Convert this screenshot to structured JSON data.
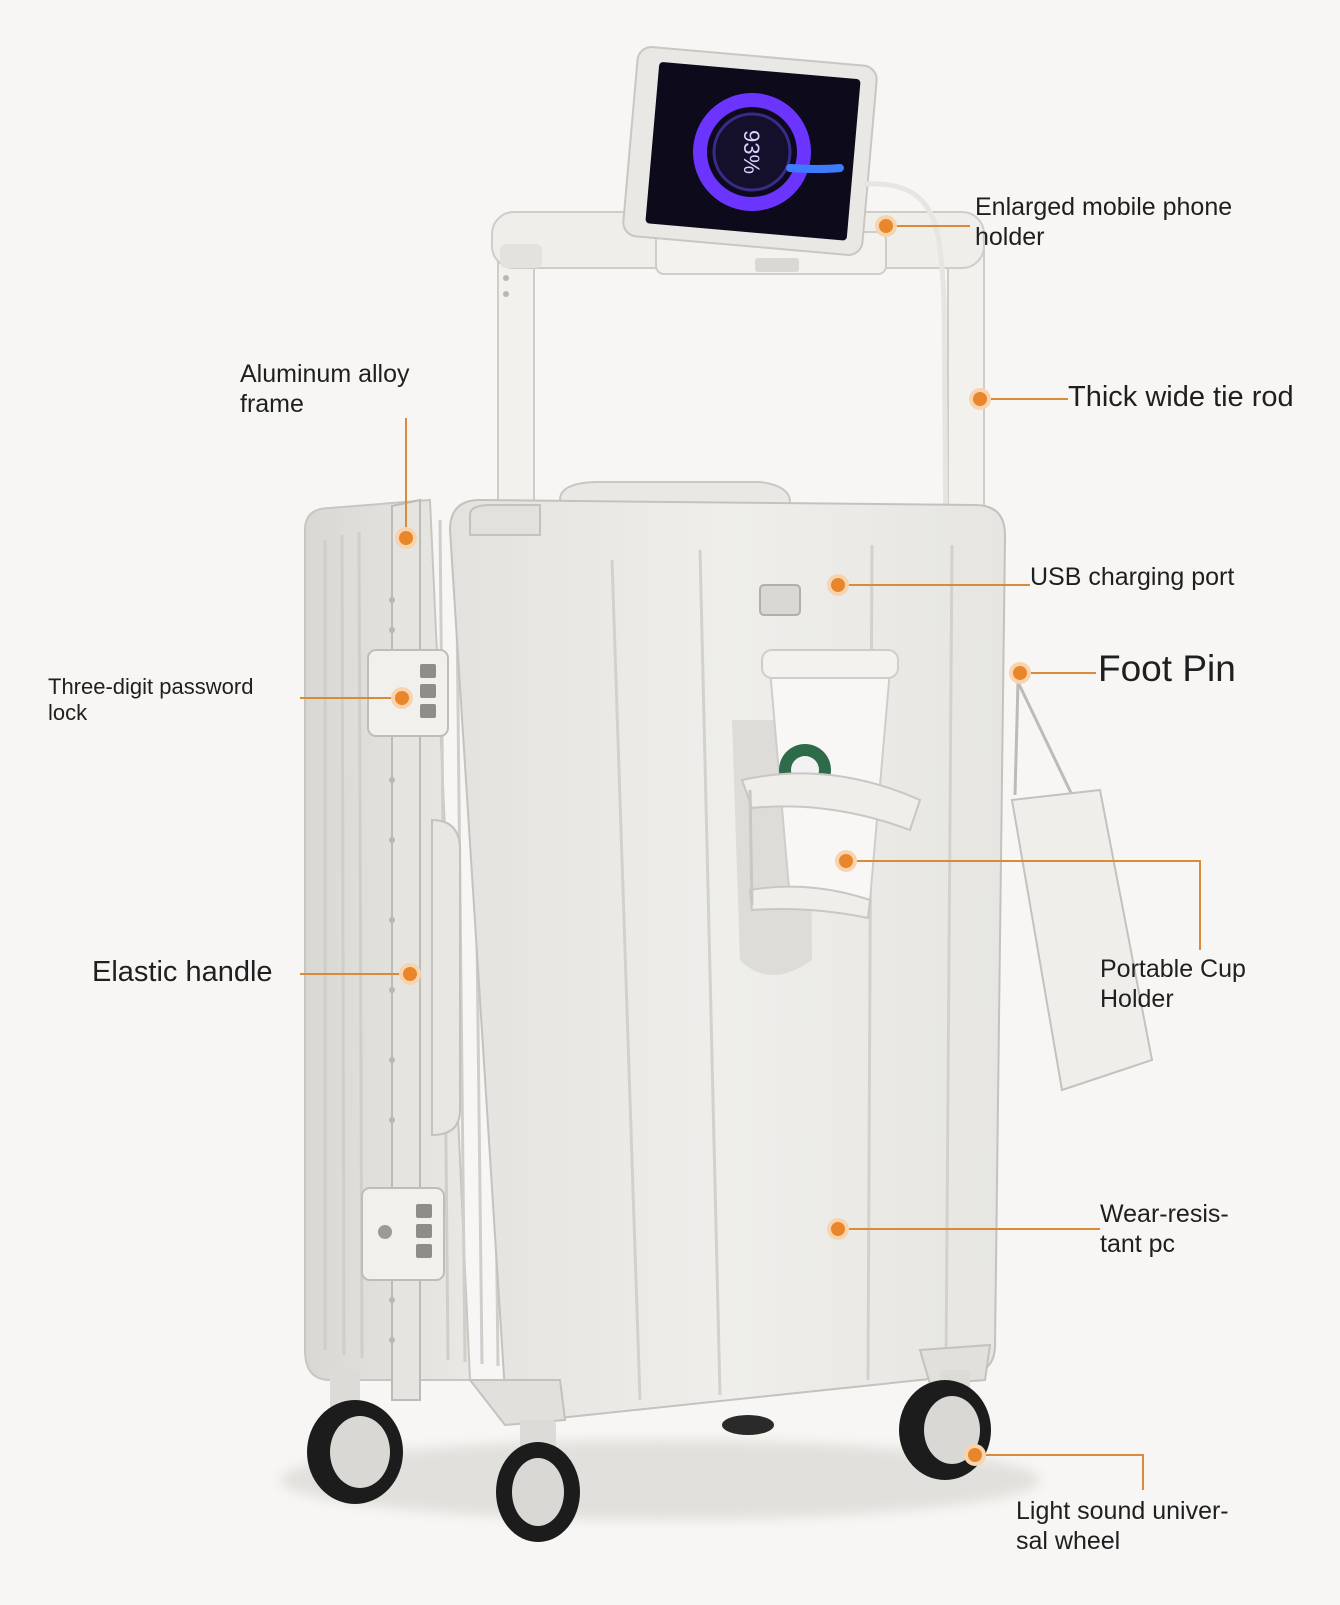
{
  "callouts": {
    "phone_holder": "Enlarged mobile phone holder",
    "tie_rod": "Thick wide tie rod",
    "aluminum_frame": "Aluminum alloy frame",
    "usb_port": "USB charging port",
    "foot_pin": "Foot Pin",
    "password_lock": "Three-digit password lock",
    "elastic_handle": "Elastic handle",
    "cup_holder": "Portable Cup Holder",
    "wear_resistant": "Wear-resis- tant pc",
    "wheel": "Light sound univer- sal wheel"
  },
  "tablet_screen": {
    "battery_text": "93%"
  },
  "colors": {
    "accent": "#e8862c",
    "leader_line": "#d98a3a",
    "suitcase": "#ecebe8",
    "background": "#f7f6f4"
  }
}
